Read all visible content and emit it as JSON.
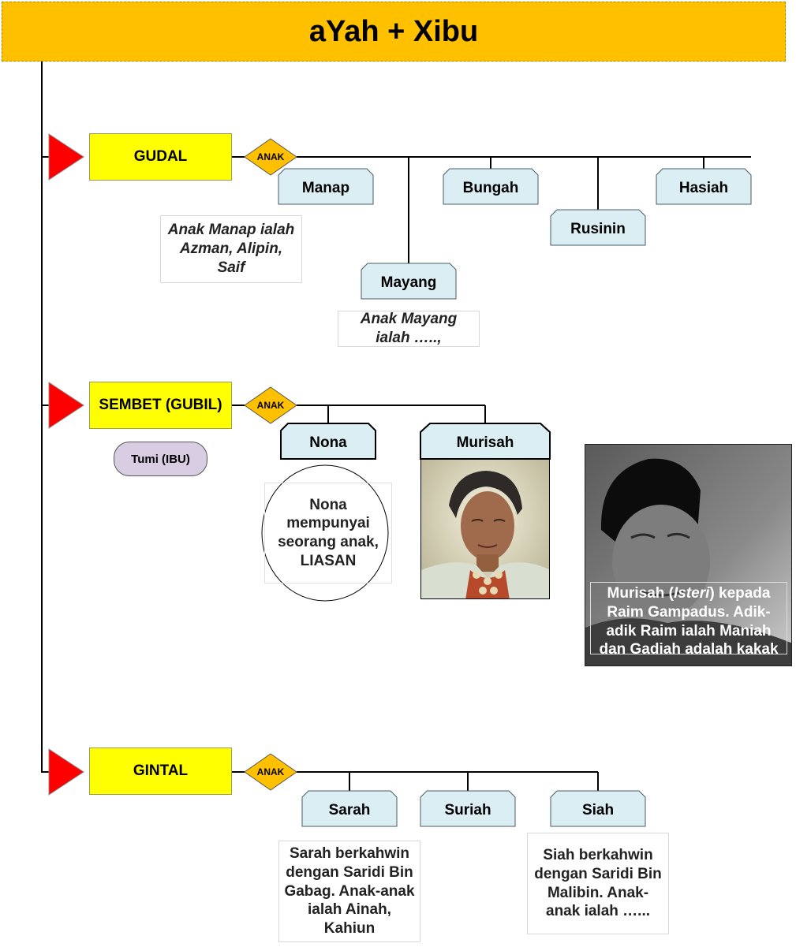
{
  "title": "aYah + Xibu",
  "anak_label": "ANAK",
  "parents": [
    {
      "name": "GUDAL"
    },
    {
      "name": "SEMBET (GUBIL)"
    },
    {
      "name": "GINTAL"
    }
  ],
  "gudal_children": [
    "Manap",
    "Bungah",
    "Hasiah",
    "Rusinin",
    "Mayang"
  ],
  "sembet_children": [
    "Nona",
    "Murisah"
  ],
  "gintal_children": [
    "Sarah",
    "Suriah",
    "Siah"
  ],
  "notes": {
    "manap": "Anak Manap ialah Azman, Alipin, Saif",
    "mayang": "Anak Mayang ialah …..,",
    "nona": "Nona mempunyai seorang anak, LIASAN",
    "sarah": "Sarah berkahwin dengan Saridi Bin Gabag. Anak-anak ialah Ainah, Kahiun",
    "siah": "Siah berkahwin dengan Saridi Bin Malibin. Anak-anak ialah …..."
  },
  "tumi": "Tumi (IBU)",
  "raim_caption": {
    "part1": "Murisah (",
    "italic": "Isteri",
    "part2": ") kepada Raim Gampadus. Adik-adik Raim ialah Maniah dan Gadiah adalah kakak"
  },
  "colors": {
    "title_bg": "#ffc000",
    "parent_box": "#ffff00",
    "arrow": "#ff0000",
    "anak_diamond": "#ffc000",
    "child_box": "#dbeef4",
    "pill": "#d9cde3"
  }
}
